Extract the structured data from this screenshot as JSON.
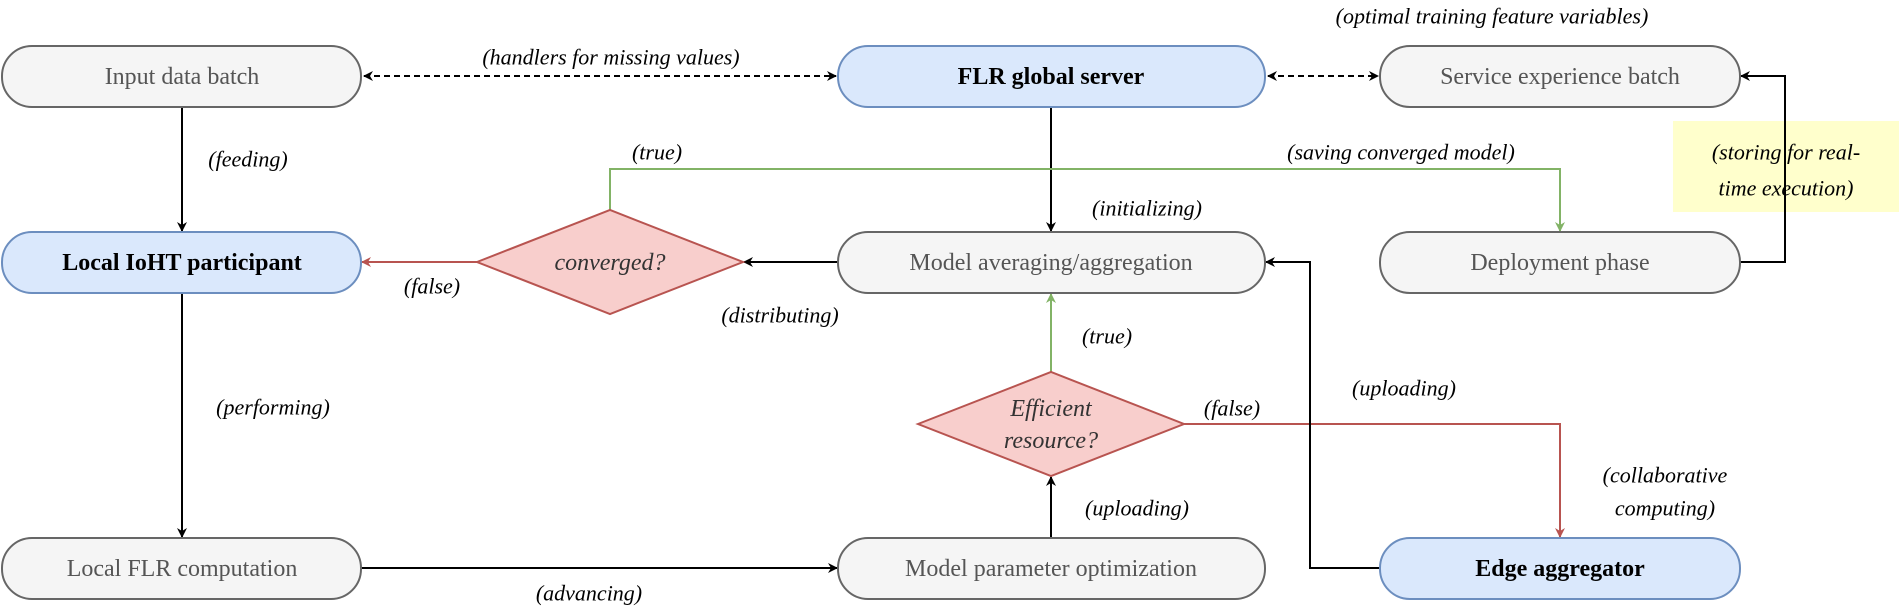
{
  "nodes": {
    "input_data_batch": "Input data batch",
    "flr_global_server": "FLR global server",
    "service_experience_batch": "Service experience batch",
    "local_ioht_participant": "Local IoHT participant",
    "converged": "converged?",
    "model_averaging": "Model averaging/aggregation",
    "deployment_phase": "Deployment phase",
    "efficient_resource": [
      "Efficient",
      "resource?"
    ],
    "local_flr_computation": "Local FLR computation",
    "model_parameter_optimization": "Model parameter optimization",
    "edge_aggregator": "Edge aggregator"
  },
  "edge_labels": {
    "handlers": "(handlers for missing values)",
    "optimal": "(optimal training feature variables)",
    "feeding": "(feeding)",
    "true_converged": "(true)",
    "saving": "(saving converged model)",
    "initializing": "(initializing)",
    "false_converged": "(false)",
    "distributing": "(distributing)",
    "true_efficient": "(true)",
    "uploading_edge": "(uploading)",
    "false_efficient": "(false)",
    "performing": "(performing)",
    "collaborative": [
      "(collaborative",
      "computing)"
    ],
    "uploading_param": "(uploading)",
    "advancing": "(advancing)",
    "storing_note": [
      "(storing for real-",
      "time execution)"
    ]
  },
  "colors": {
    "blue_fill": "#dae8fc",
    "blue_stroke": "#6c8ebf",
    "gray_fill": "#f5f5f5",
    "gray_stroke": "#666666",
    "red_fill": "#f8cecc",
    "red_stroke": "#b85450",
    "green": "#82b366",
    "note_fill": "#ffffcc"
  }
}
